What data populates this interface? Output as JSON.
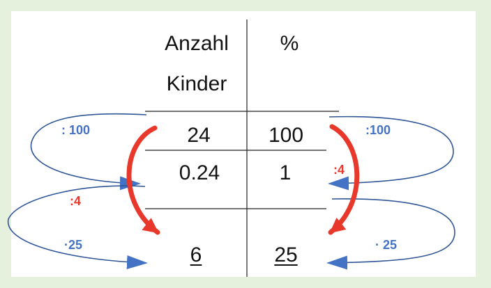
{
  "colors": {
    "background": "#e5f1dc",
    "panel": "#ffffff",
    "blue": "#4472c4",
    "blue_line": "#2f5597",
    "red": "#e8382c",
    "text": "#111111"
  },
  "table": {
    "col1_header_line1": "Anzahl",
    "col1_header_line2": "Kinder",
    "col2_header": "%",
    "rows": [
      {
        "count": "24",
        "percent": "100"
      },
      {
        "count": "0.24",
        "percent": "1"
      },
      {
        "count": "6",
        "percent": "25"
      }
    ]
  },
  "operations": {
    "left_divide": ": 100",
    "right_divide": ":100",
    "left_divide_red": ":4",
    "right_divide_red": ":4",
    "left_multiply": "·25",
    "right_multiply": "· 25"
  }
}
